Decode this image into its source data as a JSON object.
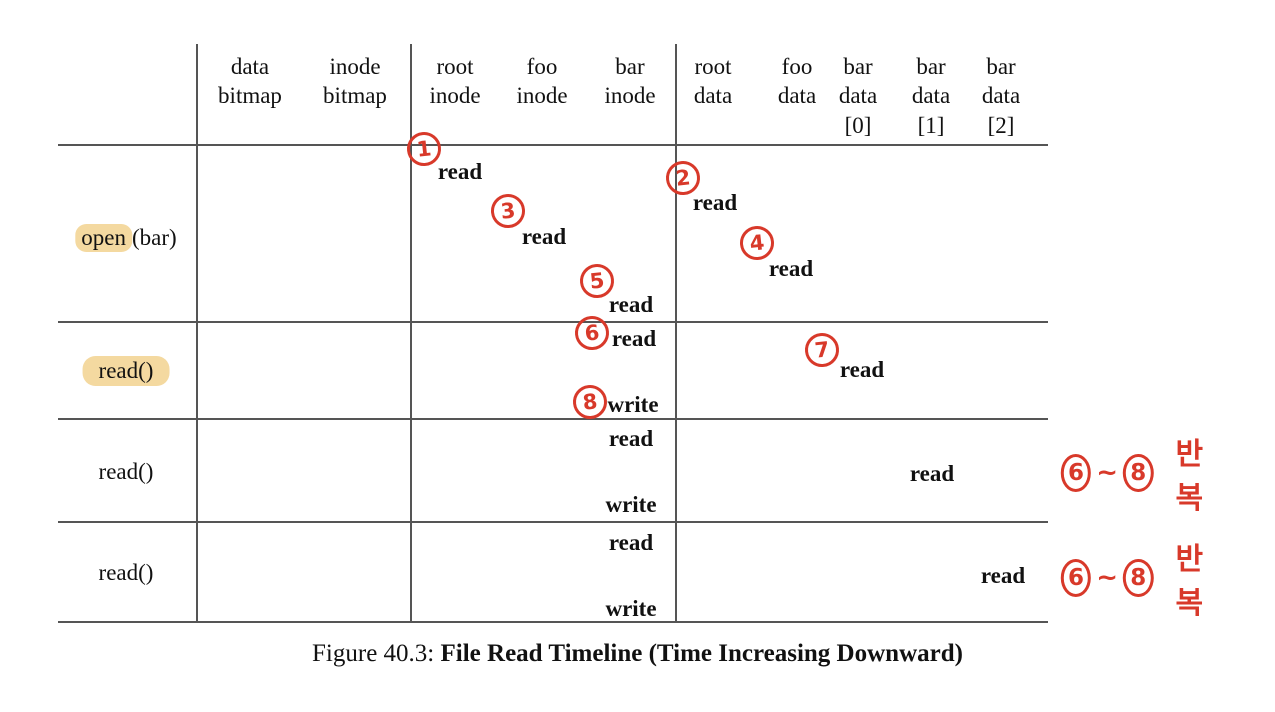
{
  "figure": {
    "caption_number": "Figure 40.3:",
    "caption_title": "File Read Timeline (Time Increasing Downward)"
  },
  "table": {
    "column_headers": [
      {
        "id": "row-label",
        "line1": "",
        "line2": "",
        "line3": ""
      },
      {
        "id": "data-bitmap",
        "line1": "data",
        "line2": "bitmap",
        "line3": ""
      },
      {
        "id": "inode-bitmap",
        "line1": "inode",
        "line2": "bitmap",
        "line3": ""
      },
      {
        "id": "root-inode",
        "line1": "root",
        "line2": "inode",
        "line3": ""
      },
      {
        "id": "foo-inode",
        "line1": "foo",
        "line2": "inode",
        "line3": ""
      },
      {
        "id": "bar-inode",
        "line1": "bar",
        "line2": "inode",
        "line3": ""
      },
      {
        "id": "root-data",
        "line1": "root",
        "line2": "data",
        "line3": ""
      },
      {
        "id": "foo-data",
        "line1": "foo",
        "line2": "data",
        "line3": ""
      },
      {
        "id": "bar-data-0",
        "line1": "bar",
        "line2": "data",
        "line3": "[0]"
      },
      {
        "id": "bar-data-1",
        "line1": "bar",
        "line2": "data",
        "line3": "[1]"
      },
      {
        "id": "bar-data-2",
        "line1": "bar",
        "line2": "data",
        "line3": "[2]"
      }
    ],
    "rows": [
      {
        "id": "open-bar",
        "label_highlighted": "open",
        "label_plain": "(bar)",
        "highlight_style": "partial",
        "ops": [
          {
            "column": "root-inode",
            "text": "read"
          },
          {
            "column": "root-data",
            "text": "read"
          },
          {
            "column": "foo-inode",
            "text": "read"
          },
          {
            "column": "foo-data",
            "text": "read"
          },
          {
            "column": "bar-inode",
            "text": "read"
          }
        ]
      },
      {
        "id": "read-1",
        "label_highlighted": "read()",
        "label_plain": "",
        "highlight_style": "full",
        "ops": [
          {
            "column": "bar-inode",
            "text": "read"
          },
          {
            "column": "bar-data-0",
            "text": "read"
          },
          {
            "column": "bar-inode",
            "text": "write"
          }
        ]
      },
      {
        "id": "read-2",
        "label_highlighted": "",
        "label_plain": "read()",
        "highlight_style": "none",
        "ops": [
          {
            "column": "bar-inode",
            "text": "read"
          },
          {
            "column": "bar-data-1",
            "text": "read"
          },
          {
            "column": "bar-inode",
            "text": "write"
          }
        ]
      },
      {
        "id": "read-3",
        "label_highlighted": "",
        "label_plain": "read()",
        "highlight_style": "none",
        "ops": [
          {
            "column": "bar-inode",
            "text": "read"
          },
          {
            "column": "bar-data-2",
            "text": "read"
          },
          {
            "column": "bar-inode",
            "text": "write"
          }
        ]
      }
    ]
  },
  "annotations": {
    "accent_color": "#d8392a",
    "highlight_color": "#f4d9a0",
    "step_numbers": [
      {
        "id": "step-1",
        "label": "1"
      },
      {
        "id": "step-2",
        "label": "2"
      },
      {
        "id": "step-3",
        "label": "3"
      },
      {
        "id": "step-4",
        "label": "4"
      },
      {
        "id": "step-5",
        "label": "5"
      },
      {
        "id": "step-6",
        "label": "6"
      },
      {
        "id": "step-7",
        "label": "7"
      },
      {
        "id": "step-8",
        "label": "8"
      }
    ],
    "repeat_notes": [
      {
        "id": "repeat-note-1",
        "from": "6",
        "tilde": "~",
        "to": "8",
        "text": "반복"
      },
      {
        "id": "repeat-note-2",
        "from": "6",
        "tilde": "~",
        "to": "8",
        "text": "반복"
      }
    ]
  }
}
